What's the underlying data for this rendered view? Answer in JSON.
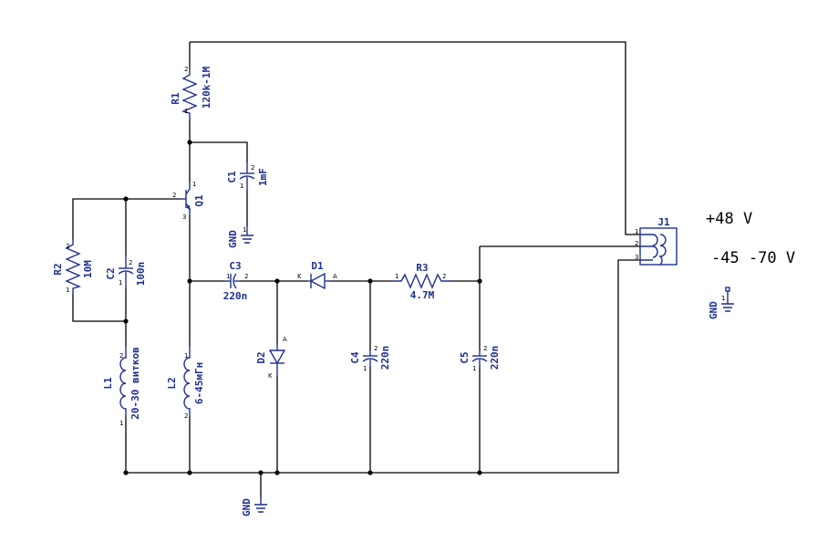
{
  "components": {
    "r1": {
      "ref": "R1",
      "value": "120k-1M"
    },
    "r2": {
      "ref": "R2",
      "value": "10M"
    },
    "r3": {
      "ref": "R3",
      "value": "4.7M"
    },
    "c1": {
      "ref": "C1",
      "value": "1mF"
    },
    "c2": {
      "ref": "C2",
      "value": "100n"
    },
    "c3": {
      "ref": "C3",
      "value": "220n"
    },
    "c4": {
      "ref": "C4",
      "value": "220n"
    },
    "c5": {
      "ref": "C5",
      "value": "220n"
    },
    "d1": {
      "ref": "D1"
    },
    "d2": {
      "ref": "D2"
    },
    "q1": {
      "ref": "Q1"
    },
    "l1": {
      "ref": "L1",
      "value": "20-30 витков"
    },
    "l2": {
      "ref": "L2",
      "value": "6-45мГн"
    },
    "j1": {
      "ref": "J1"
    }
  },
  "gnd_label": "GND",
  "pins": {
    "p1": "1",
    "p2": "2",
    "p3": "3",
    "anode": "A",
    "cathode": "K"
  },
  "annotations": {
    "plus": "+48 V",
    "minus": "-45 -70 V"
  },
  "colors": {
    "component": "#1f2f8f",
    "wire": "#000000"
  }
}
